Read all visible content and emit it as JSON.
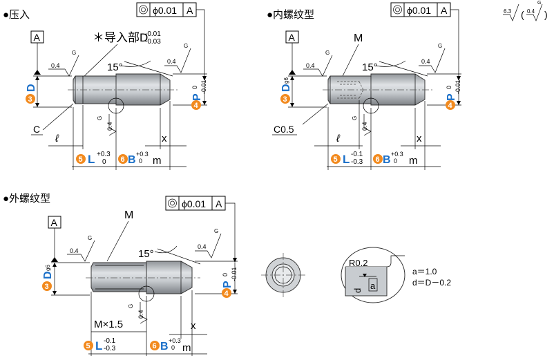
{
  "sections": {
    "press_fit": {
      "title": "●压入",
      "note": "＊导入部D",
      "note_tol_upper": "-0.01",
      "note_tol_lower": "-0.03",
      "chamfer": "C",
      "ell": "ℓ"
    },
    "internal_thread": {
      "title": "●内螺纹型",
      "chamfer": "C0.5",
      "ell": "ℓ",
      "thread": "M"
    },
    "external_thread": {
      "title": "●外螺纹型",
      "thread": "M",
      "thread_len": "M×1.5"
    }
  },
  "common": {
    "datum": "A",
    "concentricity": "ϕ0.01",
    "roughness": "0.4",
    "roughness_g": "G",
    "angle": "15°",
    "D": "D",
    "D_fit": "g6",
    "P": "P",
    "P_tol_upper": "0",
    "P_tol_lower": "-0.01",
    "L": "L",
    "L_tol_upper": "+0.3",
    "L_tol_lower": "0",
    "L_tol_upper_thread": "-0.1",
    "L_tol_lower_thread": "-0.3",
    "B": "B",
    "B_tol_upper": "+0.3",
    "B_tol_lower": "0",
    "m": "m",
    "x": "x",
    "num3": "3",
    "num4": "4",
    "num5": "5",
    "num6": "6"
  },
  "top_right_roughness": {
    "rough1": "6.3",
    "rough2": "0.4",
    "g": "G"
  },
  "detail": {
    "r": "R0.2",
    "a": "a",
    "d": "d",
    "eq1": "a＝1.0",
    "eq2": "d＝D－0.2"
  }
}
